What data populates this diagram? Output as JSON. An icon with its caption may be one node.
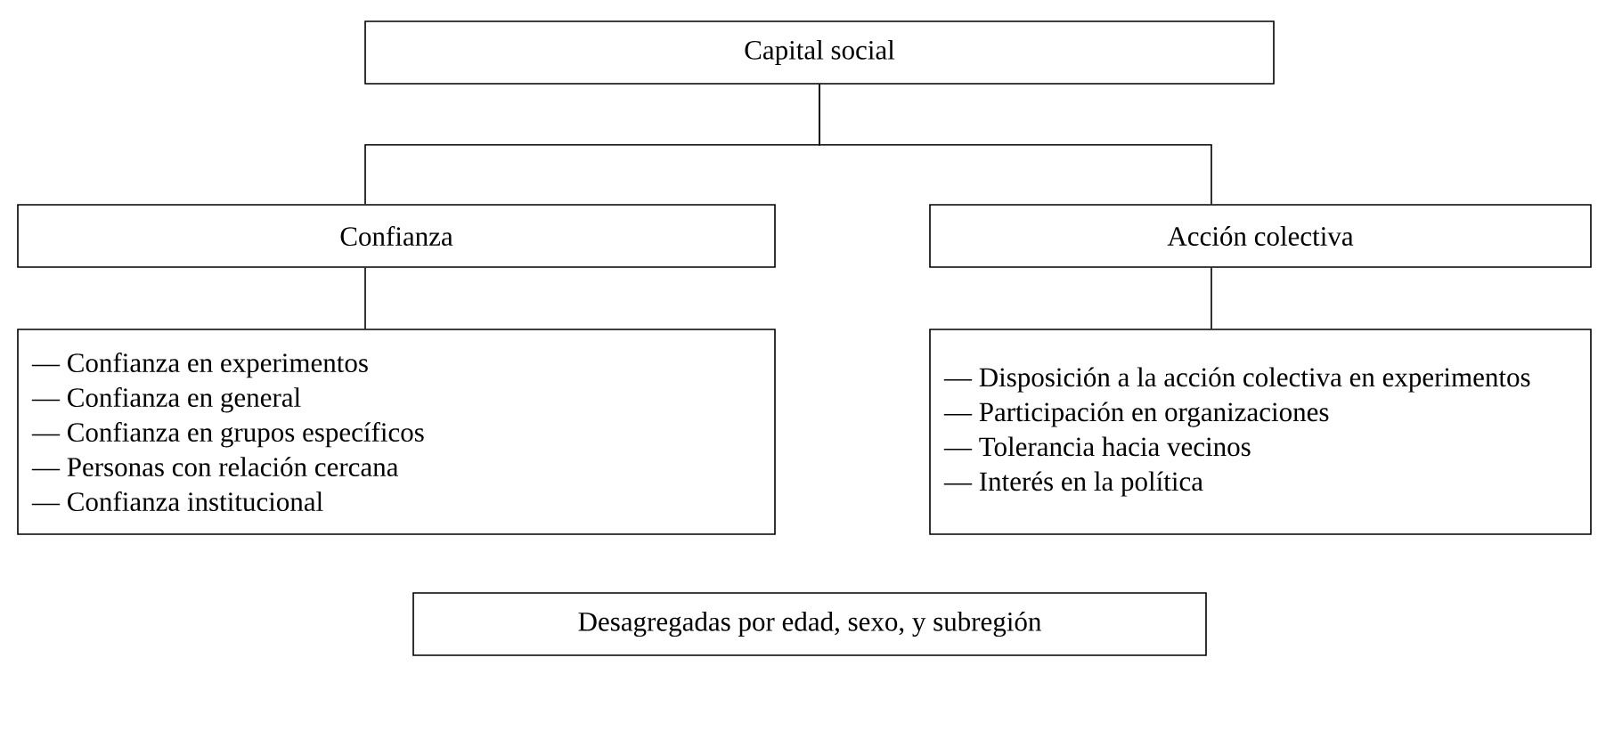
{
  "diagram": {
    "nodes": [
      {
        "text": [
          "Capital social"
        ]
      },
      {
        "text": [
          "Confianza"
        ]
      },
      {
        "text": [
          "Acción colectiva"
        ]
      },
      {
        "text": [
          "— Confianza en experimentos",
          "— Confianza en general",
          "— Confianza en grupos específicos",
          "— Personas con relación cercana",
          "— Confianza institucional"
        ]
      },
      {
        "text": [
          "— Disposición a la acción colectiva en experimentos",
          "— Participación en organizaciones",
          "— Tolerancia hacia vecinos",
          "— Interés en la política"
        ]
      },
      {
        "text": [
          "Desagregadas por edad, sexo, y subregión"
        ]
      }
    ],
    "edges": [
      {
        "from": 0,
        "to": 1,
        "arrow": "none"
      },
      {
        "from": 0,
        "to": 2,
        "arrow": "none"
      },
      {
        "from": 1,
        "to": 3,
        "arrow": "none"
      },
      {
        "from": 2,
        "to": 4,
        "arrow": "none"
      }
    ]
  }
}
